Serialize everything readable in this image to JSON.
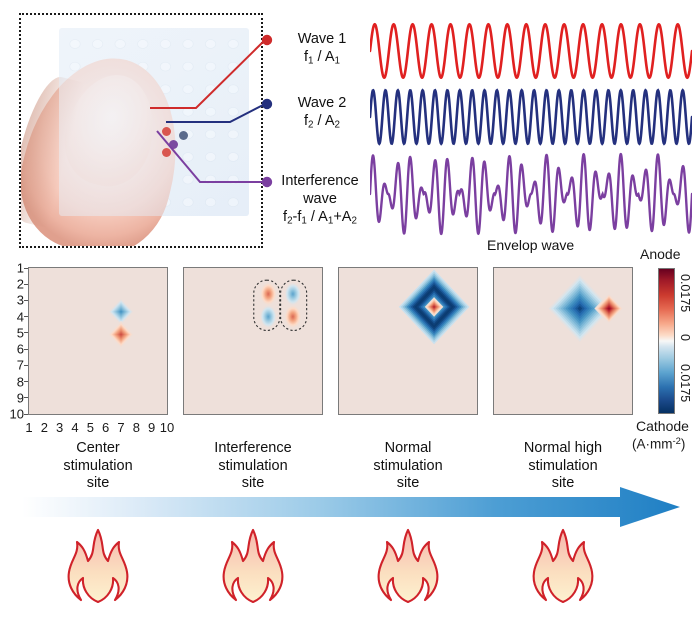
{
  "figure": {
    "photo_panel": {
      "name": "fingertip-electrode-array-photo",
      "description": "Fingertip pressing a transparent flexible multi-electrode array patch",
      "sites": [
        {
          "id": "site-wave1",
          "color": "#d9564f",
          "label": "Wave 1 site"
        },
        {
          "id": "site-wave2",
          "color": "#5b6b8c",
          "label": "Wave 2 site"
        },
        {
          "id": "site-interference",
          "color": "#7b4aa0",
          "label": "Interference site"
        }
      ]
    },
    "legend": [
      {
        "title": "Wave 1",
        "formula_html": "f<sub>1</sub> / A<sub>1</sub>",
        "color": "#e02020"
      },
      {
        "title": "Wave 2",
        "formula_html": "f<sub>2</sub> / A<sub>2</sub>",
        "color": "#24307e"
      },
      {
        "title": "Interference wave",
        "title_line1": "Interference",
        "title_line2": "wave",
        "formula_html": "f<sub>2</sub>-f<sub>1</sub> / A<sub>1</sub>+A<sub>2</sub>",
        "color": "#7b3fa0"
      }
    ],
    "envelope_label": "Envelop wave"
  },
  "chart_data": [
    {
      "type": "line",
      "name": "wave-1",
      "title": "Wave 1",
      "color": "#e02020",
      "cycles": 17,
      "amplitude": 1.0,
      "xlabel": "",
      "ylabel": "",
      "ylim": [
        -1.15,
        1.15
      ]
    },
    {
      "type": "line",
      "name": "wave-2",
      "title": "Wave 2",
      "color": "#24307e",
      "cycles": 26,
      "amplitude": 1.0,
      "xlabel": "",
      "ylabel": "",
      "ylim": [
        -1.15,
        1.15
      ]
    },
    {
      "type": "line",
      "name": "interference-wave",
      "title": "Interference wave",
      "color": "#7b3fa0",
      "carrier_cycles": 26,
      "envelope_cycles": 9,
      "amplitude": 1.0,
      "annotation": "Envelop wave",
      "xlabel": "",
      "ylabel": "",
      "ylim": [
        -1.15,
        1.15
      ]
    },
    {
      "type": "heatmap",
      "name": "current-density-maps",
      "title": "Current density distribution maps",
      "xlabel": "",
      "ylabel": "",
      "x_ticks": [
        "1",
        "2",
        "3",
        "4",
        "5",
        "6",
        "7",
        "8",
        "9",
        "10"
      ],
      "y_ticks": [
        "1",
        "2",
        "3",
        "4",
        "5",
        "6",
        "7",
        "8",
        "9",
        "10"
      ],
      "xlim": [
        1,
        10
      ],
      "ylim": [
        1,
        10
      ],
      "colorbar": {
        "top_label": "Anode",
        "bottom_label": "Cathode",
        "unit": "(A·mm<sup>-2</sup>)",
        "ticks": [
          "0.0175",
          "0",
          "0.0175"
        ],
        "vmax": 0.0175,
        "vmin": -0.0175,
        "colormap": "RdBu_r"
      },
      "panels": [
        {
          "id": "center-stimulation-site",
          "caption_lines": [
            "Center",
            "stimulation",
            "site"
          ],
          "features": [
            {
              "shape": "diamond",
              "polarity": "cathode",
              "cx": 7.0,
              "cy": 3.7,
              "r": 0.85,
              "intensity": 0.55
            },
            {
              "shape": "diamond",
              "polarity": "anode",
              "cx": 7.0,
              "cy": 5.1,
              "r": 0.85,
              "intensity": 0.62
            }
          ]
        },
        {
          "id": "interference-stimulation-site",
          "caption_lines": [
            "Interference",
            "stimulation",
            "site"
          ],
          "features": [
            {
              "shape": "capsule-outline",
              "cx": 6.4,
              "cy": 3.3,
              "rx": 0.85,
              "ry": 1.55
            },
            {
              "shape": "capsule-outline",
              "cx": 8.15,
              "cy": 3.3,
              "rx": 0.85,
              "ry": 1.55
            },
            {
              "shape": "dipole",
              "polarity": "anode",
              "cx": 6.5,
              "cy": 2.6,
              "intensity": 0.5
            },
            {
              "shape": "dipole",
              "polarity": "cathode",
              "cx": 6.5,
              "cy": 4.0,
              "intensity": 0.45
            },
            {
              "shape": "dipole",
              "polarity": "cathode",
              "cx": 8.1,
              "cy": 2.6,
              "intensity": 0.45
            },
            {
              "shape": "dipole",
              "polarity": "anode",
              "cx": 8.1,
              "cy": 4.0,
              "intensity": 0.5
            }
          ]
        },
        {
          "id": "normal-stimulation-site",
          "caption_lines": [
            "Normal",
            "stimulation",
            "site"
          ],
          "features": [
            {
              "shape": "diamond-ring",
              "polarity": "cathode",
              "cx": 7.2,
              "cy": 3.4,
              "r": 2.3,
              "intensity": 0.95
            },
            {
              "shape": "diamond",
              "polarity": "anode",
              "cx": 7.2,
              "cy": 3.4,
              "r": 0.6,
              "intensity": 0.8
            }
          ]
        },
        {
          "id": "normal-high-stimulation-site",
          "caption_lines": [
            "Normal high",
            "stimulation",
            "site"
          ],
          "features": [
            {
              "shape": "diamond",
              "polarity": "cathode",
              "cx": 6.6,
              "cy": 3.5,
              "r": 2.2,
              "intensity": 1.0
            },
            {
              "shape": "diamond",
              "polarity": "anode",
              "cx": 8.5,
              "cy": 3.5,
              "r": 0.95,
              "intensity": 0.95
            }
          ]
        }
      ]
    }
  ],
  "arrow": {
    "name": "intensity-gradient-arrow",
    "direction": "left-to-right",
    "gradient_from": "#ffffff",
    "gradient_to": "#1f7fc4"
  },
  "flames": {
    "name": "sensation-intensity-flames",
    "count": 4,
    "outline_color": "#d0222a",
    "fill_from": "#fdf2d0",
    "fill_to": "#f6b7ae"
  }
}
